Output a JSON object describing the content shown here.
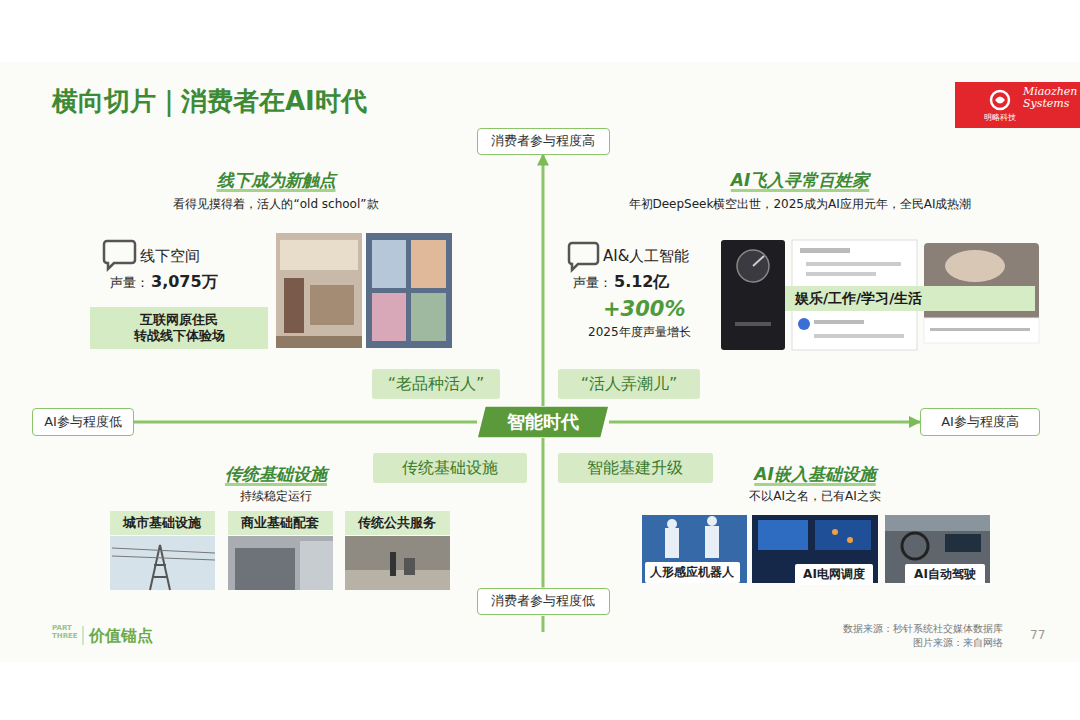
{
  "diagram": {
    "title": "横向切片｜消费者在AI时代",
    "nodes": [
      {
        "text": [
          "消费者参与程度高"
        ]
      },
      {
        "text": [
          "互联网原住民 转战线下体验场"
        ]
      },
      {
        "text": [
          "娱乐/工作/学习/生活"
        ]
      },
      {
        "text": [
          "“老品种活人”"
        ]
      },
      {
        "text": [
          "“活人弄潮儿”"
        ]
      },
      {
        "text": [
          "AI参与程度低"
        ]
      },
      {
        "text": [
          "智能时代"
        ]
      },
      {
        "text": [
          "AI参与程度高"
        ]
      },
      {
        "text": [
          "传统基础设施"
        ]
      },
      {
        "text": [
          "智能基建升级"
        ]
      },
      {
        "text": [
          "城市基础设施"
        ]
      },
      {
        "text": [
          "商业基础配套"
        ]
      },
      {
        "text": [
          "传统公共服务"
        ]
      },
      {
        "text": [
          "人形感应机器人"
        ]
      },
      {
        "text": [
          "AI电网调度"
        ]
      },
      {
        "text": [
          "AI自动驾驶"
        ]
      },
      {
        "text": [
          "消费者参与程度低"
        ]
      }
    ],
    "edges": [
      {
        "from": 6,
        "to": 0,
        "arrow": "to"
      },
      {
        "from": 6,
        "to": 16,
        "arrow": "none"
      },
      {
        "from": 6,
        "to": 5,
        "arrow": "none"
      },
      {
        "from": 6,
        "to": 7,
        "arrow": "to"
      }
    ],
    "labels": [
      "明略科技",
      "Miaozhen Systems",
      "线下成为新触点",
      "看得见摸得着，活人的“old school”款",
      "线下空间",
      "声量：",
      "3,075万",
      "AI飞入寻常百姓家",
      "年初DeepSeek横空出世，2025成为AI应用元年，全民AI成热潮",
      "AI&人工智能",
      "声量：",
      "5.12亿",
      "+300%",
      "2025年度声量增长",
      "传统基础设施",
      "持续稳定运行",
      "AI嵌入基础设施",
      "不以AI之名，已有AI之实",
      "PART THREE",
      "价值锚点",
      "数据来源：秒针系统社交媒体数据库",
      "图片来源：来自网络",
      "77"
    ]
  }
}
